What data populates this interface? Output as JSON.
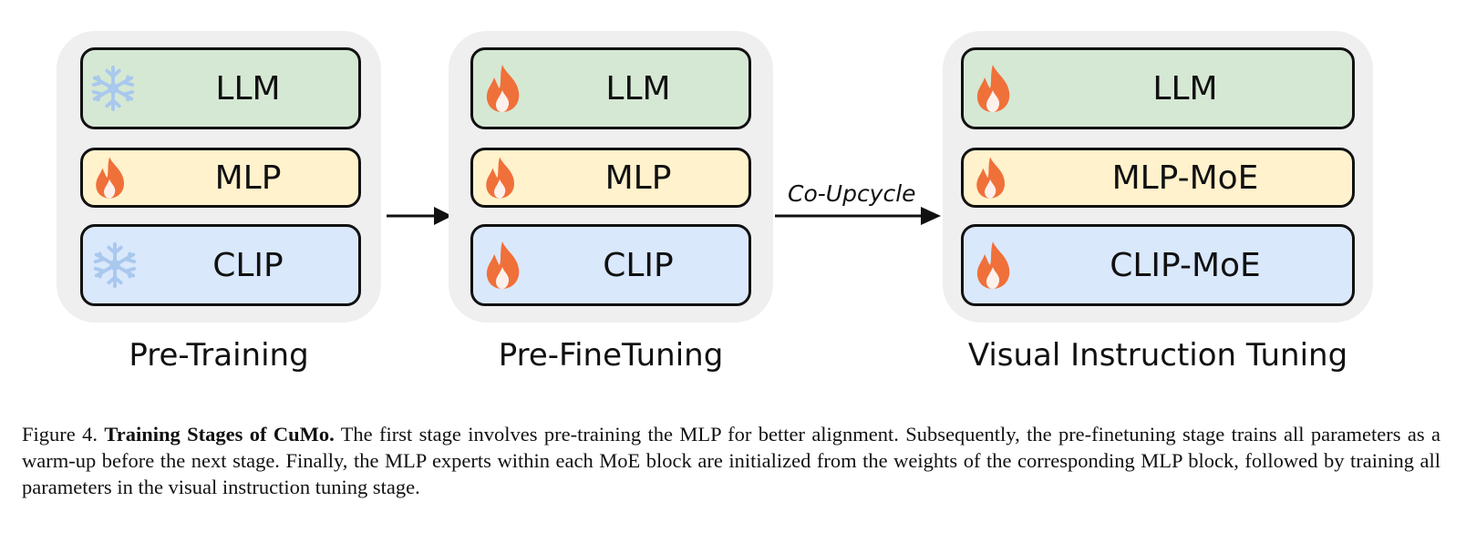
{
  "stages": [
    {
      "title": "Pre-Training",
      "blocks": [
        {
          "label": "LLM",
          "icon": "snowflake-icon"
        },
        {
          "label": "MLP",
          "icon": "flame-icon"
        },
        {
          "label": "CLIP",
          "icon": "snowflake-icon"
        }
      ]
    },
    {
      "title": "Pre-FineTuning",
      "blocks": [
        {
          "label": "LLM",
          "icon": "flame-icon"
        },
        {
          "label": "MLP",
          "icon": "flame-icon"
        },
        {
          "label": "CLIP",
          "icon": "flame-icon"
        }
      ]
    },
    {
      "title": "Visual Instruction Tuning",
      "blocks": [
        {
          "label": "LLM",
          "icon": "flame-icon"
        },
        {
          "label": "MLP-MoE",
          "icon": "flame-icon"
        },
        {
          "label": "CLIP-MoE",
          "icon": "flame-icon"
        }
      ]
    }
  ],
  "arrow_label": "Co-Upcycle",
  "caption": {
    "figure_label": "Figure 4.",
    "title": "Training Stages of CuMo.",
    "body": "The first stage involves pre-training the MLP for better alignment. Subsequently, the pre-finetuning stage trains all parameters as a warm-up before the next stage. Finally, the MLP experts within each MoE block are initialized from the weights of the corresponding MLP block, followed by training all parameters in the visual instruction tuning stage."
  },
  "colors": {
    "llm_fill": "#d5e8d4",
    "mlp_fill": "#fff2cc",
    "clip_fill": "#dae8fc",
    "stage_bg": "#efefef",
    "flame": "#f0703a",
    "snowflake": "#a9c8ee"
  }
}
